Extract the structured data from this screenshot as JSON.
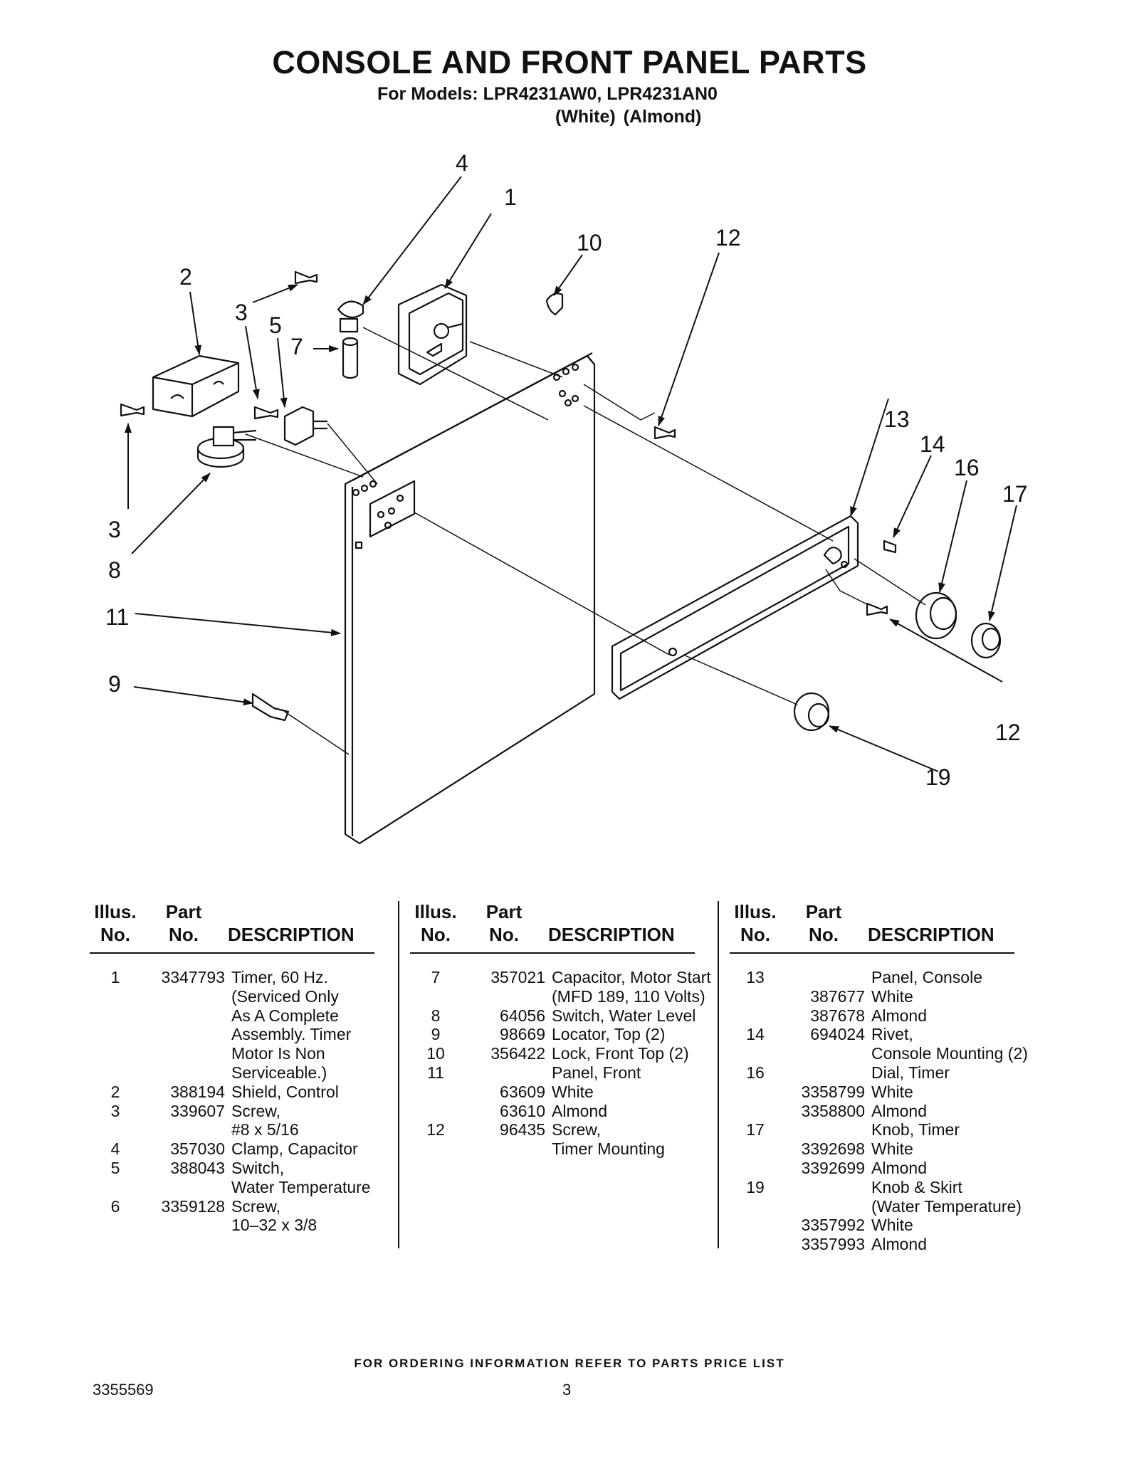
{
  "header": {
    "title": "CONSOLE AND FRONT PANEL PARTS",
    "models": "For Models: LPR4231AW0, LPR4231AN0",
    "colors": "(White)  (Almond)"
  },
  "diagram": {
    "callouts": [
      "4",
      "1",
      "10",
      "2",
      "3",
      "5",
      "7",
      "12",
      "3",
      "13",
      "14",
      "16",
      "17",
      "8",
      "11",
      "9",
      "12",
      "19"
    ]
  },
  "table": {
    "headers": {
      "illus_line1": "Illus.",
      "illus_line2": "No.",
      "part_line1": "Part",
      "part_line2": "No.",
      "description": "DESCRIPTION"
    },
    "columns": [
      [
        {
          "illus": "1",
          "part": "3347793",
          "desc": "Timer, 60 Hz."
        },
        {
          "illus": "",
          "part": "",
          "desc": "(Serviced Only"
        },
        {
          "illus": "",
          "part": "",
          "desc": "As A Complete"
        },
        {
          "illus": "",
          "part": "",
          "desc": "Assembly. Timer"
        },
        {
          "illus": "",
          "part": "",
          "desc": "Motor Is Non"
        },
        {
          "illus": "",
          "part": "",
          "desc": "Serviceable.)"
        },
        {
          "illus": "2",
          "part": "388194",
          "desc": "Shield, Control"
        },
        {
          "illus": "3",
          "part": "339607",
          "desc": "Screw,"
        },
        {
          "illus": "",
          "part": "",
          "desc": "#8 x 5/16"
        },
        {
          "illus": "4",
          "part": "357030",
          "desc": "Clamp, Capacitor"
        },
        {
          "illus": "5",
          "part": "388043",
          "desc": "Switch,"
        },
        {
          "illus": "",
          "part": "",
          "desc": "Water Temperature"
        },
        {
          "illus": "6",
          "part": "3359128",
          "desc": "Screw,"
        },
        {
          "illus": "",
          "part": "",
          "desc": "10–32 x 3/8"
        }
      ],
      [
        {
          "illus": "7",
          "part": "357021",
          "desc": "Capacitor, Motor Start"
        },
        {
          "illus": "",
          "part": "",
          "desc": "(MFD 189, 110 Volts)"
        },
        {
          "illus": "8",
          "part": "64056",
          "desc": "Switch, Water Level"
        },
        {
          "illus": "9",
          "part": "98669",
          "desc": "Locator, Top (2)"
        },
        {
          "illus": "10",
          "part": "356422",
          "desc": "Lock, Front Top (2)"
        },
        {
          "illus": "11",
          "part": "",
          "desc": "Panel, Front"
        },
        {
          "illus": "",
          "part": "63609",
          "desc": "White"
        },
        {
          "illus": "",
          "part": "63610",
          "desc": "Almond"
        },
        {
          "illus": "12",
          "part": "96435",
          "desc": "Screw,"
        },
        {
          "illus": "",
          "part": "",
          "desc": "Timer Mounting"
        }
      ],
      [
        {
          "illus": "13",
          "part": "",
          "desc": "Panel, Console"
        },
        {
          "illus": "",
          "part": "387677",
          "desc": "White"
        },
        {
          "illus": "",
          "part": "387678",
          "desc": "Almond"
        },
        {
          "illus": "14",
          "part": "694024",
          "desc": "Rivet,"
        },
        {
          "illus": "",
          "part": "",
          "desc": "Console Mounting (2)"
        },
        {
          "illus": "16",
          "part": "",
          "desc": "Dial, Timer"
        },
        {
          "illus": "",
          "part": "3358799",
          "desc": "White"
        },
        {
          "illus": "",
          "part": "3358800",
          "desc": "Almond"
        },
        {
          "illus": "17",
          "part": "",
          "desc": "Knob, Timer"
        },
        {
          "illus": "",
          "part": "3392698",
          "desc": "White"
        },
        {
          "illus": "",
          "part": "3392699",
          "desc": "Almond"
        },
        {
          "illus": "19",
          "part": "",
          "desc": "Knob & Skirt"
        },
        {
          "illus": "",
          "part": "",
          "desc": "(Water Temperature)"
        },
        {
          "illus": "",
          "part": "3357992",
          "desc": "White"
        },
        {
          "illus": "",
          "part": "3357993",
          "desc": "Almond"
        }
      ]
    ]
  },
  "footer": {
    "note": "FOR ORDERING INFORMATION REFER TO PARTS PRICE LIST",
    "doc_number": "3355569",
    "page_number": "3"
  }
}
